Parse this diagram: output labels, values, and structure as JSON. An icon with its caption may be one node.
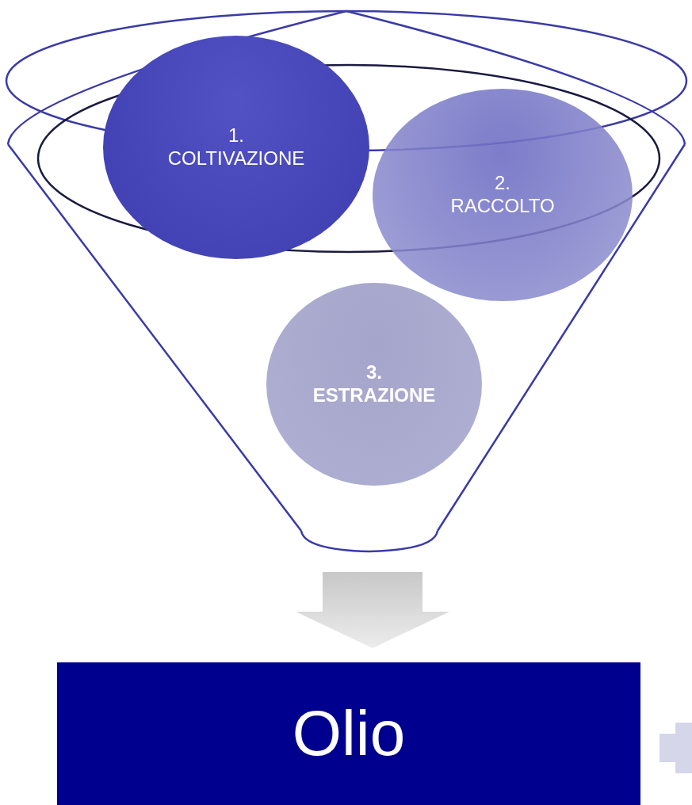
{
  "diagram": {
    "nodes": [
      {
        "text": [],
        "shape": "funnel"
      },
      {
        "text": [
          "1. COLTIVAZIONE"
        ],
        "in": 0
      },
      {
        "text": [
          "2. RACCOLTO"
        ],
        "in": 0
      },
      {
        "text": [
          "3. ESTRAZIONE"
        ],
        "in": 0
      },
      {
        "text": [
          "Olio"
        ]
      }
    ],
    "edges": [
      {
        "from": 0,
        "to": 4,
        "arrow": "to"
      }
    ]
  }
}
